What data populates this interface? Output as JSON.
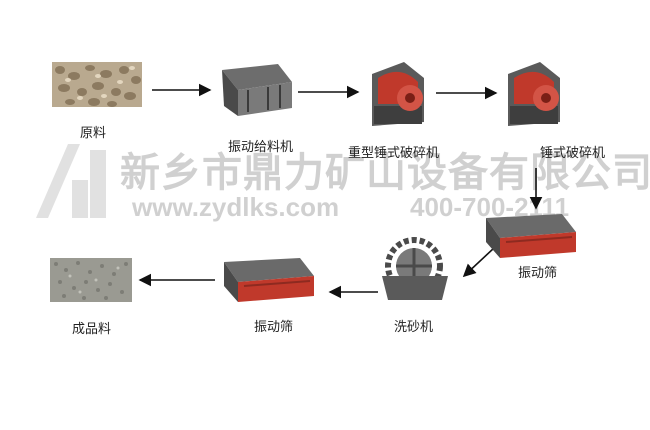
{
  "watermark": {
    "company": "新乡市鼎力矿山设备有限公司",
    "url": "www.zydlks.com",
    "phone": "400-700-2111"
  },
  "nodes": [
    {
      "id": "raw",
      "label": "原料",
      "icon": "raw-material-icon"
    },
    {
      "id": "feeder",
      "label": "振动给料机",
      "icon": "vibrating-feeder-icon"
    },
    {
      "id": "hammer1",
      "label": "重型锤式破碎机",
      "icon": "hammer-crusher-icon"
    },
    {
      "id": "hammer2",
      "label": "锤式破碎机",
      "icon": "hammer-crusher-icon"
    },
    {
      "id": "screen1",
      "label": "振动筛",
      "icon": "vibrating-screen-icon"
    },
    {
      "id": "washer",
      "label": "洗砂机",
      "icon": "sand-washer-icon"
    },
    {
      "id": "screen2",
      "label": "振动筛",
      "icon": "vibrating-screen-icon"
    },
    {
      "id": "product",
      "label": "成品料",
      "icon": "finished-product-icon"
    }
  ],
  "colors": {
    "arrow": "#111111",
    "crusher_red": "#c0392b",
    "machine_gray": "#5a5a5a"
  }
}
